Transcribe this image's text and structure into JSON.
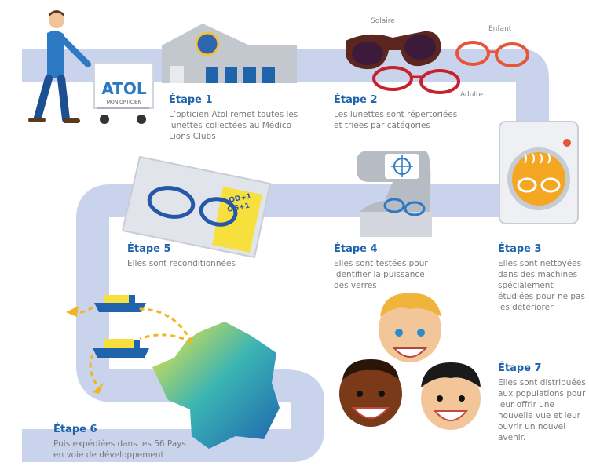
{
  "steps": [
    {
      "title": "Étape 1",
      "text": "L’opticien Atol remet toutes les lunettes collectées au Médico Lions Clubs"
    },
    {
      "title": "Étape 2",
      "text": "Les lunettes sont répertoriées et triées par catégories"
    },
    {
      "title": "Étape 3",
      "text": "Elles sont nettoyées dans des machines spécialement étudiées pour ne pas les détériorer"
    },
    {
      "title": "Étape 4",
      "text": "Elles sont testées pour identifier la puissance des verres"
    },
    {
      "title": "Étape 5",
      "text": "Elles sont reconditionnées"
    },
    {
      "title": "Étape 6",
      "text": "Puis expédiées dans les 56 Pays en voie de développement"
    },
    {
      "title": "Étape 7",
      "text": "Elles sont distribuées aux populations pour leur offrir une nouvelle vue et leur ouvrir un nouvel avenir."
    }
  ],
  "labels": {
    "solaire": "Solaire",
    "enfant": "Enfant",
    "adulte": "Adulte"
  },
  "cart": {
    "brand": "ATOL",
    "tagline": "MON OPTICIEN"
  },
  "package": {
    "od": "OD+1",
    "og": "OG+1"
  },
  "colors": {
    "path": "#c9d3ec",
    "title": "#1f63ad",
    "arrow": "#f2b51f",
    "ship": "#1f63ad"
  }
}
